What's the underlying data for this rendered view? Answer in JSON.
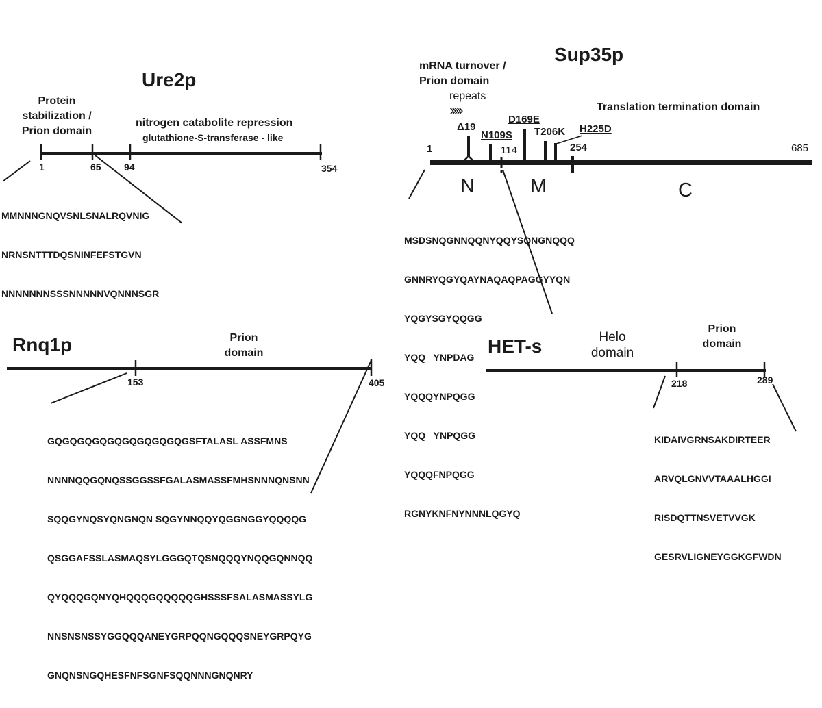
{
  "ure2p": {
    "title": "Ure2p",
    "prion_label": [
      "Protein",
      "stabilization /",
      "Prion domain"
    ],
    "nitrogen_label": "nitrogen catabolite repression",
    "gst_label": "glutathione-S-transferase - like",
    "ticks": [
      "1",
      "65",
      "94",
      "354"
    ],
    "sequence": [
      "MMNNNGNQVSNLSNALRQVNIG",
      "NRNSNTTTDQSNINFEFSTGVN",
      "NNNNNNNSSSNNNNNVQNNNSGR"
    ]
  },
  "sup35p": {
    "title": "Sup35p",
    "mrna_label": [
      "mRNA turnover /",
      "Prion domain"
    ],
    "repeats_label": "repeats",
    "repeats_glyph": "›››››",
    "translation_label": "Translation termination domain",
    "mutations": [
      "Δ19",
      "N109S",
      "D169E",
      "T206K",
      "H225D"
    ],
    "ticks": [
      "1",
      "114",
      "254",
      "685"
    ],
    "regions": [
      "N",
      "M",
      "C"
    ],
    "sequence": [
      "MSDSNQGNNQQNYQQYSQNGNQQQ",
      "GNNRYQGYQAYNAQAQPAGGYYQN",
      "YQGYSGYQQGG",
      "YQQ   YNPDAG",
      "YQQQYNPQGG",
      "YQQ   YNPQGG",
      "YQQQFNPQGG",
      "RGNYKNFNYNNNLQGYQ"
    ]
  },
  "rnq1p": {
    "title": "Rnq1p",
    "prion_label": [
      "Prion",
      "domain"
    ],
    "ticks": [
      "153",
      "405"
    ],
    "sequence": [
      "GQGQGQGQGQGQGQGQGQGSFTALASL ASSFMNS",
      "NNNNQQGQNQSSGGSSFGALASMASSFMHSNNNQNSNN",
      "SQQGYNQSYQNGNQN SQGYNNQQYQGGNGGYQQQQG",
      "QSGGAFSSLASMAQSYLGGGQTQSNQQQYNQQGQNNQQ",
      "QYQQQGQNYQHQQQGQQQQQGHSSSFSALASMASSYLG",
      "NNSNSNSSYGGQQQANEYGRPQQNGQQQSNEYGRPQYG",
      "GNQNSNGQHESFNFSGNFSQQNNNGNQNRY"
    ]
  },
  "hets": {
    "title": "HET-s",
    "helo_label": [
      "Helo",
      "domain"
    ],
    "prion_label": [
      "Prion",
      "domain"
    ],
    "ticks": [
      "218",
      "289"
    ],
    "sequence": [
      "KIDAIVGRNSAKDIRTEER",
      "ARVQLGNVVTAAALHGGI",
      "RISDQTTNSVETVVGK",
      "GESRVLIGNEYGGKGFWDN"
    ]
  },
  "colors": {
    "ink": "#1a1a1a",
    "background": "#ffffff"
  }
}
